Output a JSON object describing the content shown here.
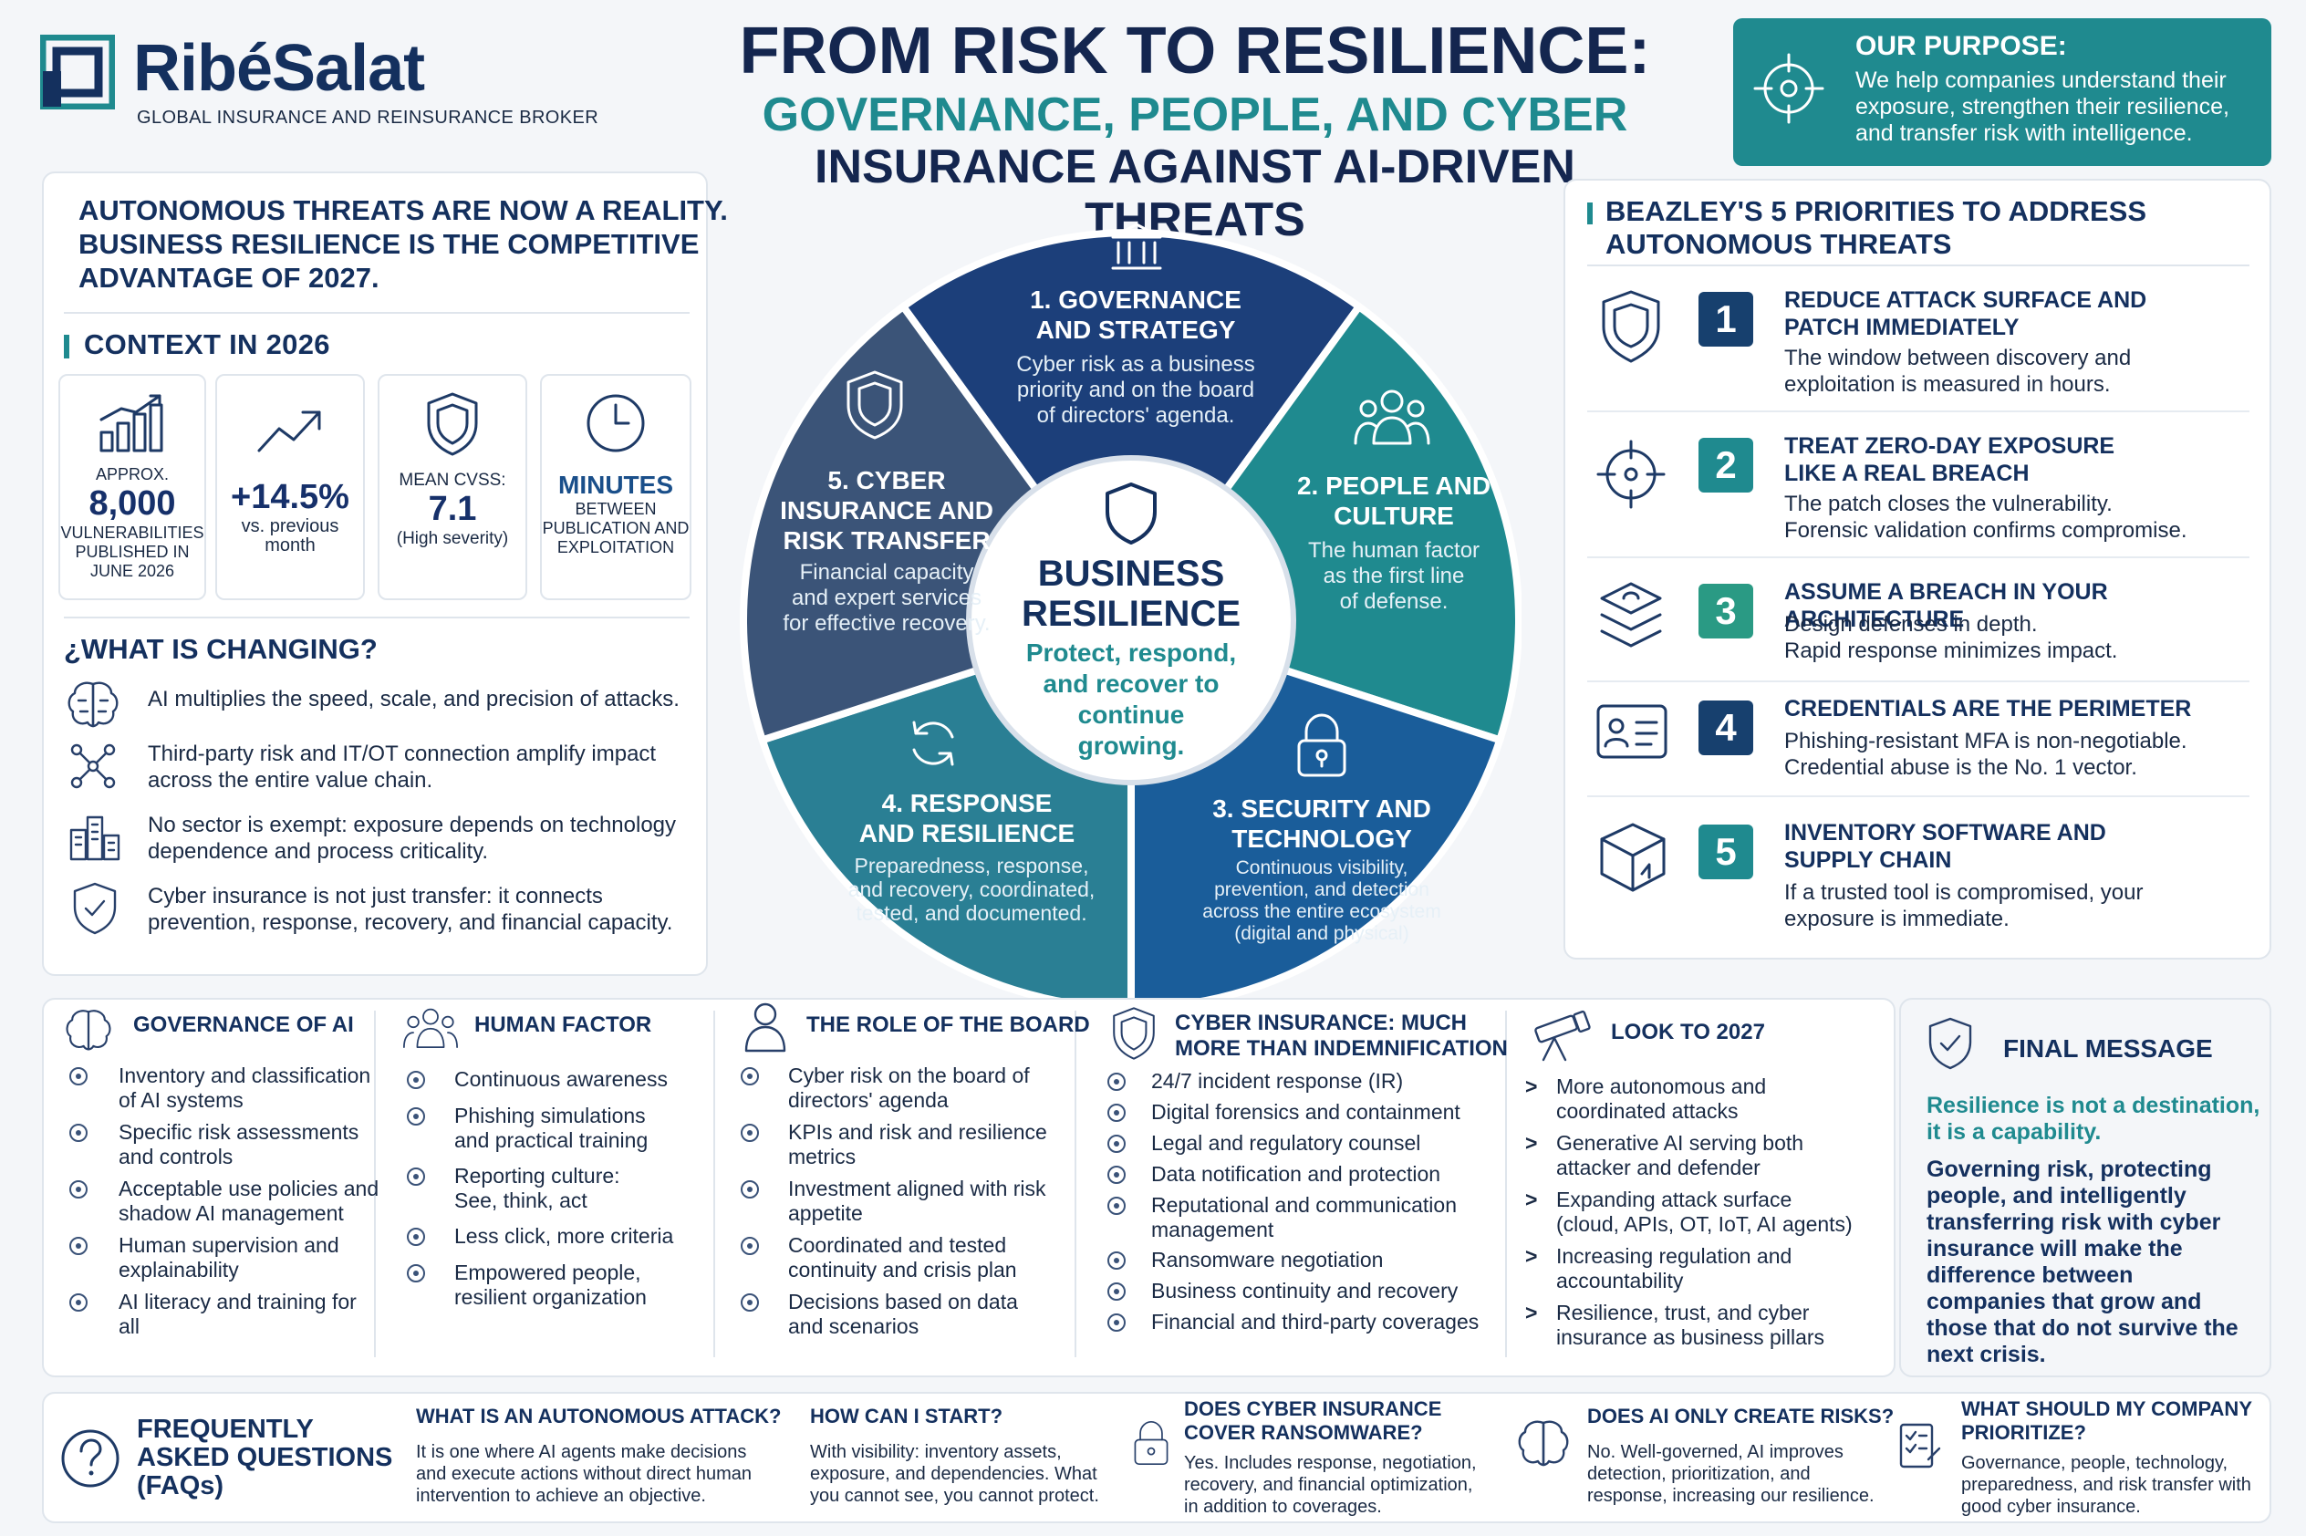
{
  "brand": {
    "name": "RibéSalat",
    "tagline": "GLOBAL INSURANCE AND REINSURANCE BROKER"
  },
  "title": {
    "line1": "FROM RISK TO RESILIENCE:",
    "line2": "GOVERNANCE, PEOPLE, AND CYBER",
    "line3": "INSURANCE AGAINST AI-DRIVEN THREATS"
  },
  "purpose": {
    "heading": "OUR PURPOSE:",
    "line1": "We help companies understand their",
    "line2": "exposure, strengthen their resilience,",
    "line3": "and transfer risk with intelligence."
  },
  "left": {
    "headline": [
      "AUTONOMOUS THREATS ARE NOW A REALITY.",
      "BUSINESS RESILIENCE IS THE COMPETITIVE",
      "ADVANTAGE OF 2027."
    ],
    "context_heading": "CONTEXT IN 2026",
    "stats": [
      {
        "top": "APPROX.",
        "value": "8,000",
        "bottom": [
          "VULNERABILITIES",
          "PUBLISHED IN",
          "JUNE 2026"
        ]
      },
      {
        "top": "",
        "value": "+14.5%",
        "bottom": [
          "vs. previous",
          "month"
        ]
      },
      {
        "top": "MEAN CVSS:",
        "value": "7.1",
        "bottom": [
          "(High severity)"
        ]
      },
      {
        "top": "",
        "value": "MINUTES",
        "bottom": [
          "BETWEEN",
          "PUBLICATION AND",
          "EXPLOITATION"
        ]
      }
    ],
    "changing_heading": "¿WHAT IS CHANGING?",
    "changes": [
      [
        "AI multiplies the speed, scale, and precision of attacks."
      ],
      [
        "Third-party risk and IT/OT connection amplify impact",
        "across the entire value chain."
      ],
      [
        "No sector is exempt: exposure depends on technology",
        "dependence and process criticality."
      ],
      [
        "Cyber insurance is not just transfer: it connects",
        "prevention, response, recovery, and financial capacity."
      ]
    ]
  },
  "wheel": {
    "center": {
      "title1": "BUSINESS",
      "title2": "RESILIENCE",
      "sub": [
        "Protect, respond,",
        "and recover to",
        "continue",
        "growing."
      ]
    },
    "segments": [
      {
        "title": [
          "1. GOVERNANCE",
          "AND STRATEGY"
        ],
        "desc": [
          "Cyber risk as a business",
          "priority and on the board",
          "of directors' agenda."
        ],
        "color": "#1c3f7a"
      },
      {
        "title": [
          "2. PEOPLE AND",
          "CULTURE"
        ],
        "desc": [
          "The human factor",
          "as the first line",
          "of defense."
        ],
        "color": "#1f8a8f"
      },
      {
        "title": [
          "3. SECURITY AND",
          "TECHNOLOGY"
        ],
        "desc": [
          "Continuous visibility,",
          "prevention, and detection",
          "across the entire ecosystem",
          "(digital and physical)"
        ],
        "color": "#1a5d9a"
      },
      {
        "title": [
          "4. RESPONSE",
          "AND RESILIENCE"
        ],
        "desc": [
          "Preparedness, response,",
          "and recovery, coordinated,",
          "tested, and documented."
        ],
        "color": "#2a7f94"
      },
      {
        "title": [
          "5. CYBER",
          "INSURANCE AND",
          "RISK TRANSFER"
        ],
        "desc": [
          "Financial capacity",
          "and expert services",
          "for effective recovery."
        ],
        "color": "#3b5478"
      }
    ]
  },
  "priorities": {
    "heading": [
      "BEAZLEY'S 5 PRIORITIES TO ADDRESS",
      "AUTONOMOUS THREATS"
    ],
    "items": [
      {
        "num": "1",
        "title": [
          "REDUCE ATTACK SURFACE AND",
          "PATCH IMMEDIATELY"
        ],
        "desc": [
          "The window between discovery and",
          "exploitation is measured in hours."
        ],
        "color": "#17406e"
      },
      {
        "num": "2",
        "title": [
          "TREAT ZERO-DAY EXPOSURE",
          "LIKE A REAL BREACH"
        ],
        "desc": [
          "The patch closes the vulnerability.",
          "Forensic validation confirms compromise."
        ],
        "color": "#1f8a8f"
      },
      {
        "num": "3",
        "title": [
          "ASSUME A BREACH IN YOUR ARCHITECTURE"
        ],
        "desc": [
          "Design defenses in depth.",
          "Rapid response minimizes impact."
        ],
        "color": "#2a9a84"
      },
      {
        "num": "4",
        "title": [
          "CREDENTIALS ARE THE PERIMETER"
        ],
        "desc": [
          "Phishing-resistant MFA is non-negotiable.",
          "Credential abuse is the No. 1 vector."
        ],
        "color": "#17406e"
      },
      {
        "num": "5",
        "title": [
          "INVENTORY SOFTWARE AND",
          "SUPPLY CHAIN"
        ],
        "desc": [
          "If a trusted tool is compromised, your",
          "exposure is immediate."
        ],
        "color": "#1f8a8f"
      }
    ]
  },
  "columns": {
    "governance": {
      "heading": "GOVERNANCE OF AI",
      "items": [
        [
          "Inventory and classification",
          "of AI systems"
        ],
        [
          "Specific risk assessments",
          "and controls"
        ],
        [
          "Acceptable use policies and",
          "shadow AI management"
        ],
        [
          "Human supervision and",
          "explainability"
        ],
        [
          "AI literacy and training for",
          "all"
        ]
      ]
    },
    "human": {
      "heading": "HUMAN FACTOR",
      "items": [
        [
          "Continuous awareness"
        ],
        [
          "Phishing simulations",
          "and practical training"
        ],
        [
          "Reporting culture:",
          "See, think, act"
        ],
        [
          "Less click, more criteria"
        ],
        [
          "Empowered people,",
          "resilient organization"
        ]
      ]
    },
    "board": {
      "heading": "THE ROLE OF THE BOARD",
      "items": [
        [
          "Cyber risk on the board of",
          "directors' agenda"
        ],
        [
          "KPIs and risk and resilience",
          "metrics"
        ],
        [
          "Investment aligned with risk",
          "appetite"
        ],
        [
          "Coordinated and tested",
          "continuity and crisis plan"
        ],
        [
          "Decisions based on data",
          "and scenarios"
        ]
      ]
    },
    "insurance": {
      "heading": [
        "CYBER INSURANCE: MUCH",
        "MORE THAN INDEMNIFICATION"
      ],
      "items": [
        [
          "24/7 incident response (IR)"
        ],
        [
          "Digital forensics and containment"
        ],
        [
          "Legal and regulatory counsel"
        ],
        [
          "Data notification and protection"
        ],
        [
          "Reputational and communication",
          "management"
        ],
        [
          "Ransomware negotiation"
        ],
        [
          "Business continuity and recovery"
        ],
        [
          "Financial and third-party coverages"
        ]
      ]
    },
    "look": {
      "heading": "LOOK TO 2027",
      "items": [
        [
          "More autonomous and",
          "coordinated attacks"
        ],
        [
          "Generative AI serving both",
          "attacker and defender"
        ],
        [
          "Expanding attack surface",
          "(cloud, APIs, OT, IoT, AI agents)"
        ],
        [
          "Increasing regulation and",
          "accountability"
        ],
        [
          "Resilience, trust, and cyber",
          "insurance as business pillars"
        ]
      ]
    }
  },
  "final": {
    "heading": "FINAL MESSAGE",
    "highlight": [
      "Resilience is not a destination,",
      "it is a capability."
    ],
    "body": [
      "Governing risk, protecting",
      "people, and intelligently",
      "transferring risk with cyber",
      "insurance will make the",
      "difference between",
      "companies that grow and",
      "those that do not survive the",
      "next crisis."
    ]
  },
  "faq": {
    "heading": [
      "FREQUENTLY",
      "ASKED QUESTIONS",
      "(FAQs)"
    ],
    "items": [
      {
        "q": [
          "WHAT IS AN AUTONOMOUS ATTACK?"
        ],
        "a": [
          "It is one where AI agents make decisions",
          "and execute actions without direct human",
          "intervention to achieve an objective."
        ]
      },
      {
        "q": [
          "HOW CAN I START?"
        ],
        "a": [
          "With visibility: inventory assets,",
          "exposure, and dependencies. What",
          "you cannot see, you cannot protect."
        ]
      },
      {
        "q": [
          "DOES CYBER INSURANCE",
          "COVER RANSOMWARE?"
        ],
        "a": [
          "Yes. Includes response, negotiation,",
          "recovery, and financial optimization,",
          "in addition to coverages."
        ]
      },
      {
        "q": [
          "DOES AI ONLY CREATE RISKS?"
        ],
        "a": [
          "No. Well-governed, AI improves",
          "detection, prioritization, and",
          "response, increasing our resilience."
        ]
      },
      {
        "q": [
          "WHAT SHOULD MY COMPANY",
          "PRIORITIZE?"
        ],
        "a": [
          "Governance, people, technology,",
          "preparedness, and risk transfer with",
          "good cyber insurance."
        ]
      }
    ]
  }
}
